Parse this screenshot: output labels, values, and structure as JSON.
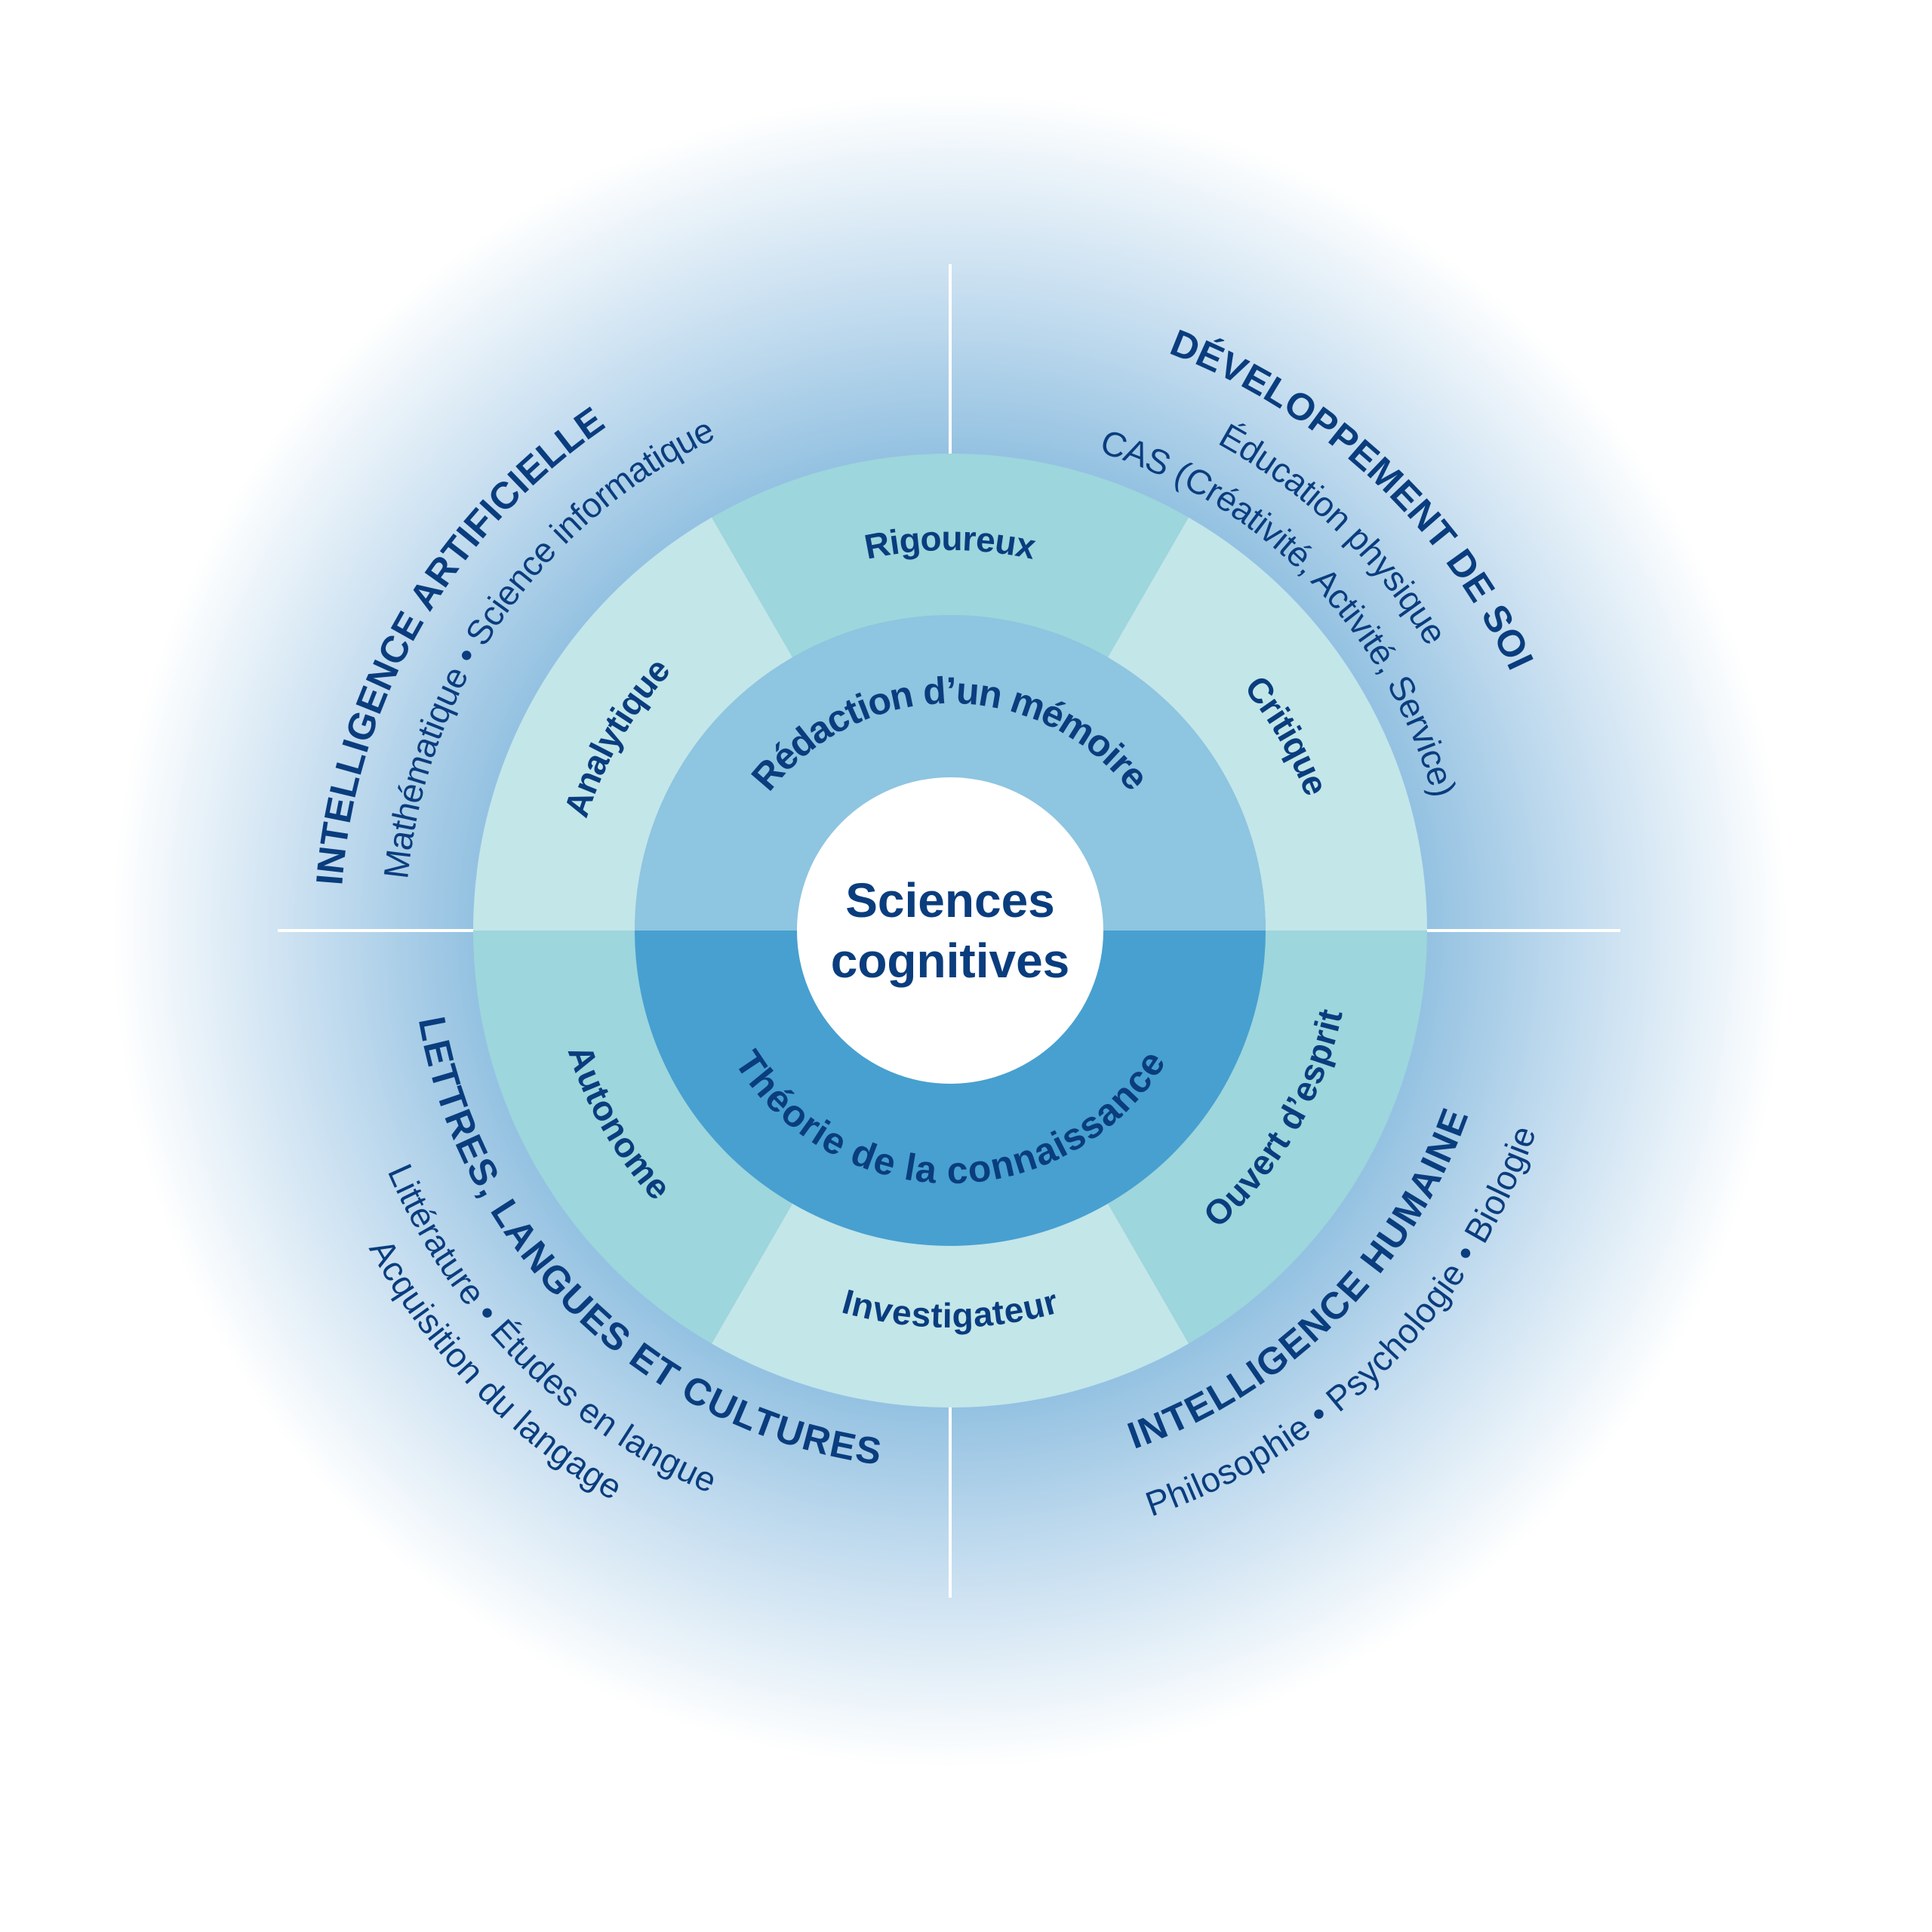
{
  "center": {
    "line1": "Sciences",
    "line2": "cognitives"
  },
  "inner_ring": {
    "top": "Rédaction d’un mémoire",
    "bottom": "Théorie de la connaissance"
  },
  "attributes": [
    "Rigoureux",
    "Critique",
    "Ouvert d’esprit",
    "Investigateur",
    "Autonome",
    "Analytique"
  ],
  "domains": [
    {
      "title": "INTELLIGENCE ARTIFICIELLE",
      "lines": [
        "Mathématique • Science informatique"
      ]
    },
    {
      "title": "DÉVELOPPEMENT DE SOI",
      "lines": [
        "Éducation physique",
        "CAS (Créativité, Activité, Service)"
      ]
    },
    {
      "title": "INTELLIGENCE HUMAINE",
      "lines": [
        "Philosophie • Psychologie • Biologie"
      ]
    },
    {
      "title": "LETTRES, LANGUES ET CULTURES",
      "lines": [
        "Littérature • Études en langue",
        "Acquisition du langage"
      ]
    }
  ],
  "colors": {
    "text": "#0a3d7e",
    "ring_dark": "#9dd6dc",
    "ring_light": "#c3e6e9",
    "inner_top": "#8ec5e0",
    "inner_bottom": "#47a0d0",
    "glow": "#8fbfe0"
  }
}
